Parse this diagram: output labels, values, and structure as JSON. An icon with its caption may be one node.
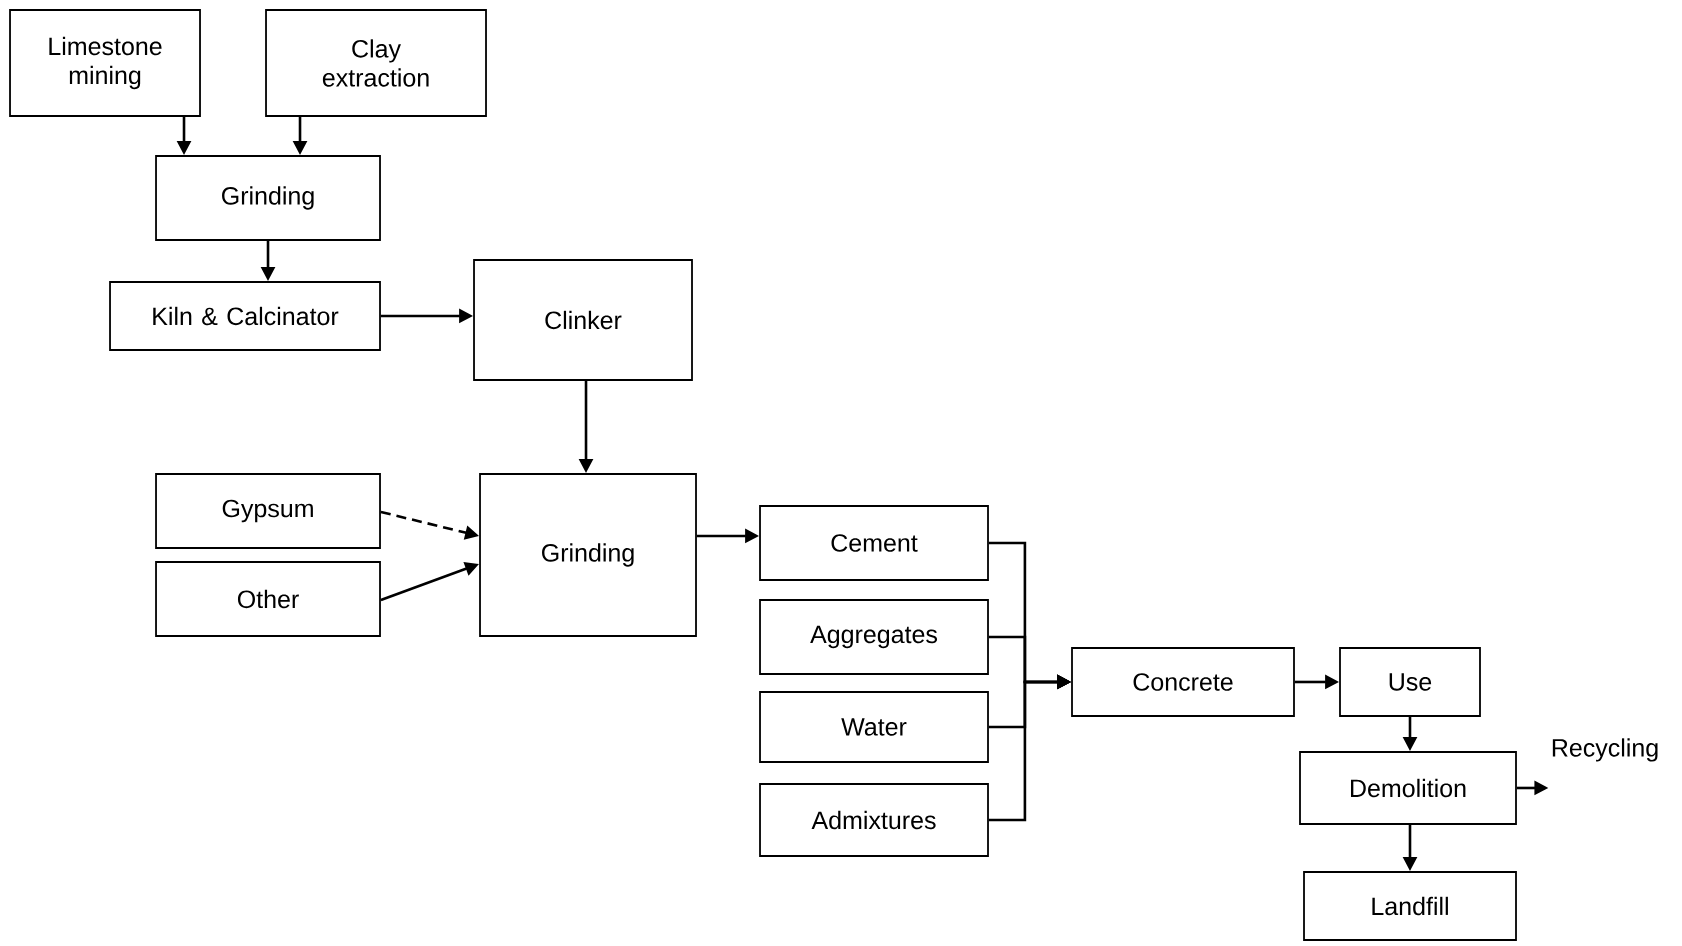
{
  "diagram": {
    "nodes": [
      {
        "text": [
          "Limestone mining"
        ]
      },
      {
        "text": [
          "Clay extraction"
        ]
      },
      {
        "text": [
          "Grinding"
        ]
      },
      {
        "text": [
          "Kiln & Calcinator"
        ]
      },
      {
        "text": [
          "Clinker"
        ]
      },
      {
        "text": [
          "Gypsum"
        ]
      },
      {
        "text": [
          "Other"
        ]
      },
      {
        "text": [
          "Grinding"
        ]
      },
      {
        "text": [
          "Cement"
        ]
      },
      {
        "text": [
          "Aggregates"
        ]
      },
      {
        "text": [
          "Water"
        ]
      },
      {
        "text": [
          "Admixtures"
        ]
      },
      {
        "text": [
          "Concrete"
        ]
      },
      {
        "text": [
          "Use"
        ]
      },
      {
        "text": [
          "Demolition"
        ]
      },
      {
        "text": [
          "Landfill"
        ]
      },
      {
        "text": [
          "Recycling"
        ]
      }
    ],
    "edges": [
      {
        "from": 0,
        "to": 2,
        "arrow": "to"
      },
      {
        "from": 1,
        "to": 2,
        "arrow": "to"
      },
      {
        "from": 2,
        "to": 3,
        "arrow": "to"
      },
      {
        "from": 3,
        "to": 4,
        "arrow": "to"
      },
      {
        "from": 4,
        "to": 7,
        "arrow": "to"
      },
      {
        "from": 5,
        "to": 7,
        "arrow": "to",
        "style": "dashed"
      },
      {
        "from": 6,
        "to": 7,
        "arrow": "to"
      },
      {
        "from": 7,
        "to": 8,
        "arrow": "to"
      },
      {
        "from": 8,
        "to": 12,
        "arrow": "to"
      },
      {
        "from": 9,
        "to": 12,
        "arrow": "to"
      },
      {
        "from": 10,
        "to": 12,
        "arrow": "to"
      },
      {
        "from": 11,
        "to": 12,
        "arrow": "to"
      },
      {
        "from": 12,
        "to": 13,
        "arrow": "to"
      },
      {
        "from": 13,
        "to": 14,
        "arrow": "to"
      },
      {
        "from": 14,
        "to": 15,
        "arrow": "to"
      },
      {
        "from": 14,
        "to": 16,
        "arrow": "to"
      }
    ]
  }
}
